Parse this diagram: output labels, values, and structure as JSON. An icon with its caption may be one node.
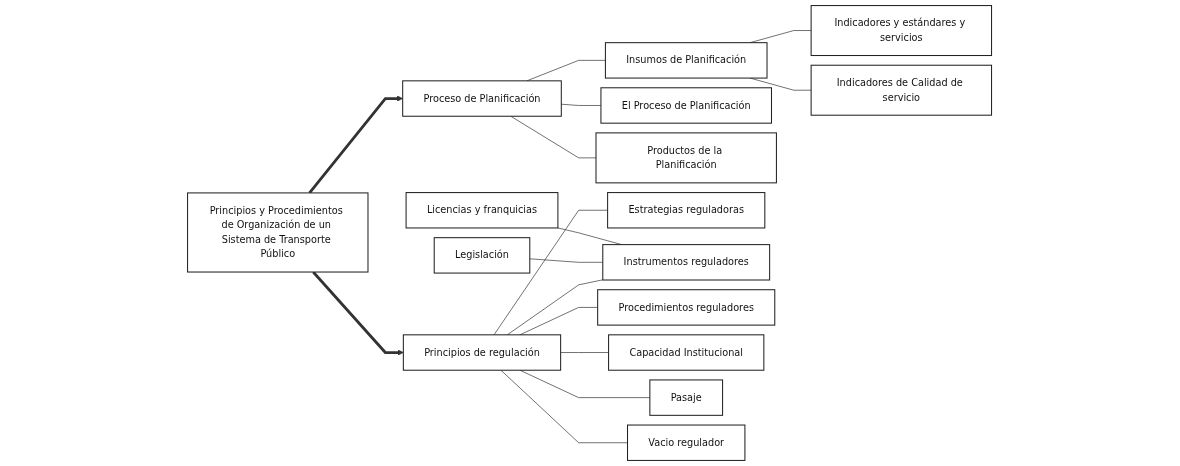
{
  "diagram": {
    "nodes": [
      {
        "text": [
          "Principios y Procedimientos de Organización de un Sistema de Transporte Público"
        ]
      },
      {
        "text": [
          "Proceso de Planificación"
        ]
      },
      {
        "text": [
          "Principios de regulación"
        ]
      },
      {
        "text": [
          "Insumos de Planificación"
        ]
      },
      {
        "text": [
          "Indicadores y estándares y servicios"
        ]
      },
      {
        "text": [
          "Indicadores de Calidad de servicio"
        ]
      },
      {
        "text": [
          "El Proceso de Planificación"
        ]
      },
      {
        "text": [
          "Productos de la Planificación"
        ]
      },
      {
        "text": [
          "Legislación"
        ]
      },
      {
        "text": [
          "Licencias y franquicias"
        ]
      },
      {
        "text": [
          "Estrategias reguladoras"
        ]
      },
      {
        "text": [
          "Instrumentos reguladores"
        ]
      },
      {
        "text": [
          "Procedimientos reguladores"
        ]
      },
      {
        "text": [
          "Capacidad Institucional"
        ]
      },
      {
        "text": [
          "Pasaje"
        ]
      },
      {
        "text": [
          "Vacio regulador"
        ]
      }
    ],
    "edges": [
      {
        "from": 0,
        "to": 1,
        "arrow": "to",
        "style": "thick"
      },
      {
        "from": 0,
        "to": 2,
        "arrow": "to",
        "style": "thick"
      },
      {
        "from": 1,
        "to": 3,
        "arrow": "none"
      },
      {
        "from": 1,
        "to": 6,
        "arrow": "none"
      },
      {
        "from": 1,
        "to": 7,
        "arrow": "none"
      },
      {
        "from": 3,
        "to": 4,
        "arrow": "none"
      },
      {
        "from": 3,
        "to": 5,
        "arrow": "none"
      },
      {
        "from": 2,
        "to": 10,
        "arrow": "none"
      },
      {
        "from": 2,
        "to": 11,
        "arrow": "none"
      },
      {
        "from": 2,
        "to": 12,
        "arrow": "none"
      },
      {
        "from": 2,
        "to": 13,
        "arrow": "none"
      },
      {
        "from": 2,
        "to": 14,
        "arrow": "none"
      },
      {
        "from": 2,
        "to": 15,
        "arrow": "none"
      },
      {
        "from": 8,
        "to": 11,
        "arrow": "none"
      },
      {
        "from": 9,
        "to": 11,
        "arrow": "none"
      }
    ]
  }
}
